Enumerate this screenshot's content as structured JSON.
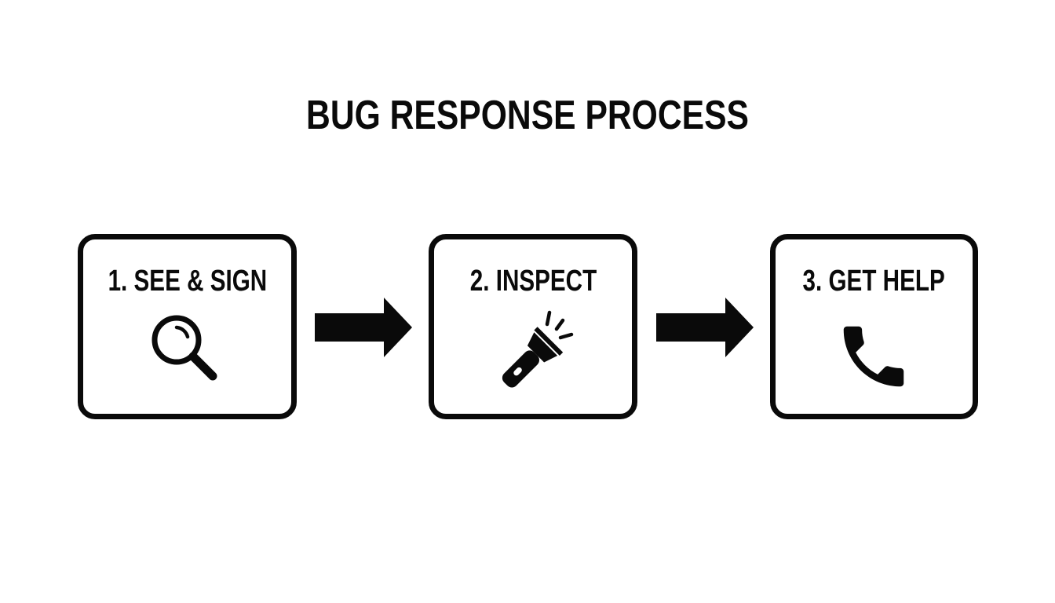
{
  "title": "BUG RESPONSE PROCESS",
  "steps": [
    {
      "number": 1,
      "label": "1. SEE & SIGN",
      "icon": "magnifying-glass-icon"
    },
    {
      "number": 2,
      "label": "2. INSPECT",
      "icon": "flashlight-icon"
    },
    {
      "number": 3,
      "label": "3. GET HELP",
      "icon": "phone-icon"
    }
  ],
  "connectors": [
    {
      "from": 1,
      "to": 2,
      "icon": "arrow-right-icon"
    },
    {
      "from": 2,
      "to": 3,
      "icon": "arrow-right-icon"
    }
  ],
  "colors": {
    "foreground": "#0a0a0a",
    "background": "#ffffff"
  }
}
